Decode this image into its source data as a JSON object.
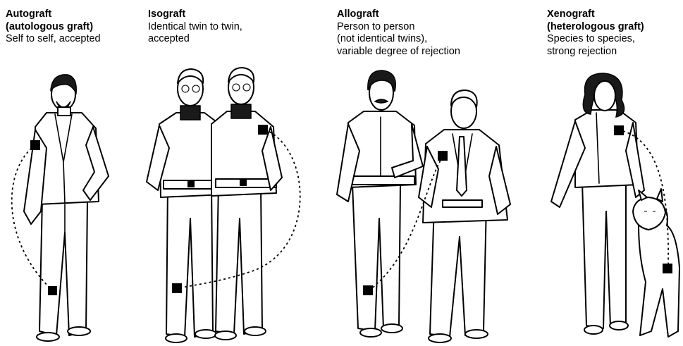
{
  "panels": [
    {
      "title_lines": [
        "Autograft",
        "(autologous graft)"
      ],
      "body_lines": [
        "Self to self, accepted"
      ]
    },
    {
      "title_lines": [
        "Isograft"
      ],
      "body_lines": [
        "Identical twin to twin,",
        "accepted"
      ]
    },
    {
      "title_lines": [
        "Allograft"
      ],
      "body_lines": [
        "Person to person",
        "(not identical twins),",
        "variable degree of rejection"
      ]
    },
    {
      "title_lines": [
        "Xenograft",
        "(heterologous graft)"
      ],
      "body_lines": [
        "Species to species,",
        "strong rejection"
      ]
    }
  ],
  "colors": {
    "ink": "#000000",
    "paper": "#ffffff",
    "patch": "#000000"
  }
}
